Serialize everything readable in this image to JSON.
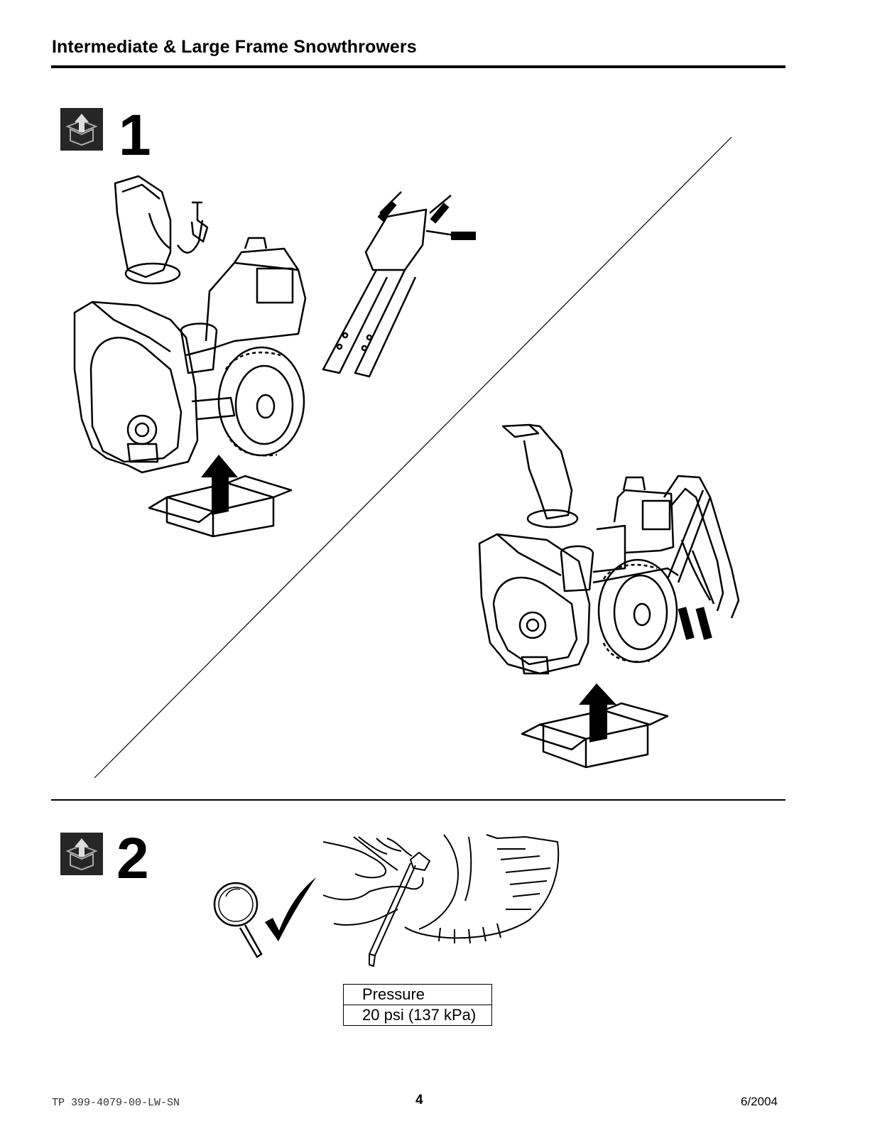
{
  "header": {
    "title": "Intermediate & Large Frame Snowthrowers"
  },
  "steps": [
    {
      "number": "1",
      "icon": "unpack-box-icon"
    },
    {
      "number": "2",
      "icon": "unpack-box-icon"
    }
  ],
  "pressure_table": {
    "header": "Pressure",
    "value": "20 psi (137 kPa)"
  },
  "footer": {
    "doc_code": "TP 399-4079-00-LW-SN",
    "page_number": "4",
    "date": "6/2004"
  },
  "colors": {
    "ink": "#000000",
    "icon_fill": "#262626",
    "paper": "#ffffff"
  }
}
